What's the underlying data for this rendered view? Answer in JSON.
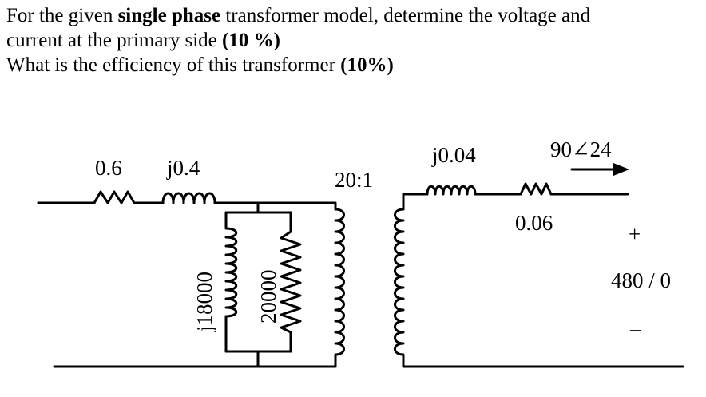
{
  "question": {
    "line1_pre": "For the given ",
    "line1_bold": "single phase",
    "line1_post": " transformer model, determine the voltage and",
    "line2_pre": "current at the primary side ",
    "line2_bold": "(10 %)",
    "line3_pre": "What is the efficiency of this transformer ",
    "line3_bold": "(10%)"
  },
  "circuit": {
    "r_primary": "0.6",
    "x_primary": "j0.4",
    "x_magnetizing": "j18000",
    "r_core": "20000",
    "turns_ratio": "20:1",
    "x_secondary": "j0.04",
    "r_secondary": "0.06",
    "current": "90∠24",
    "voltage_plus": "+",
    "voltage_value": "480 / 0",
    "voltage_minus": "–"
  }
}
